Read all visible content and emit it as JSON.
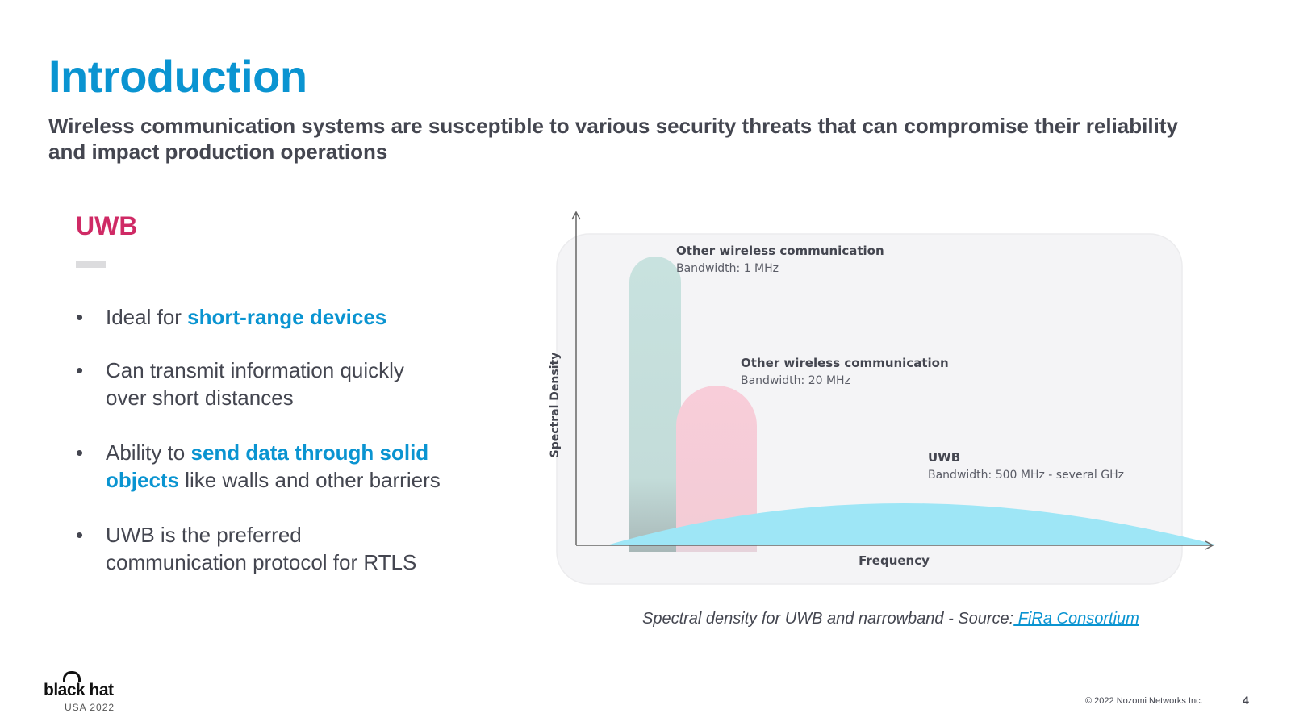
{
  "slide": {
    "title": "Introduction",
    "subtitle": "Wireless communication systems are susceptible to various security threats that can compromise their reliability and impact production operations",
    "page_number": "4",
    "footer": "© 2022 Nozomi Networks Inc."
  },
  "section": {
    "heading": "UWB",
    "bullets": [
      {
        "pre": "Ideal for ",
        "highlight": "short-range devices"
      },
      {
        "line1": "Can transmit information quickly",
        "line2": "over short distances"
      },
      {
        "pre": "Ability to ",
        "highlight1": "send data through solid",
        "highlight2": "objects",
        "post": " like walls and other barriers"
      },
      {
        "line1": "UWB is the preferred",
        "line2": "communication protocol for RTLS"
      }
    ]
  },
  "figure": {
    "y_axis_label": "Spectral Density",
    "x_axis_label": "Frequency",
    "signals": [
      {
        "title": "Other wireless communication",
        "bandwidth": "Bandwidth: 1 MHz",
        "color": "#c8e2df"
      },
      {
        "title": "Other wireless communication",
        "bandwidth": "Bandwidth: 20 MHz",
        "color": "#f8cdd9"
      },
      {
        "title": "UWB",
        "bandwidth": "Bandwidth: 500 MHz - several GHz",
        "color": "#9ee6f6"
      }
    ],
    "caption_text": "Spectral density for UWB and narrowband - Source:",
    "caption_link": " FiRa Consortium"
  },
  "logo": {
    "wordmark": "black hat",
    "subline": "USA 2022"
  },
  "colors": {
    "title": "#0a94d1",
    "heading": "#cf2a65",
    "text": "#444650"
  }
}
